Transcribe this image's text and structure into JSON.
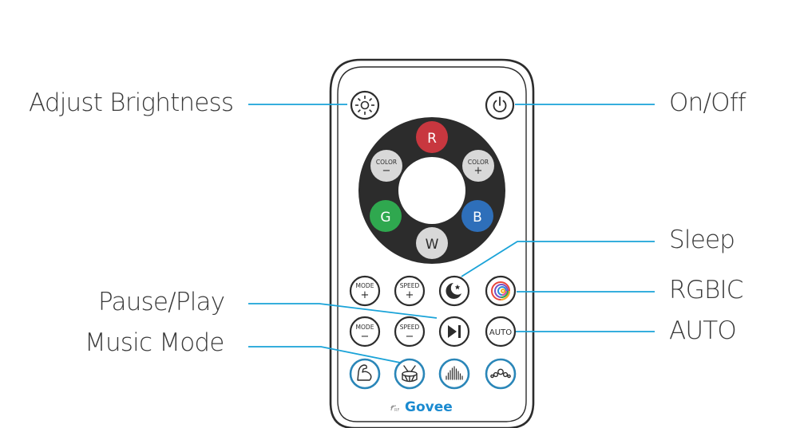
{
  "callouts": {
    "adjust_brightness": "Adjust Brightness",
    "on_off": "On/Off",
    "sleep": "Sleep",
    "rgbic": "RGBIC",
    "auto": "AUTO",
    "pause_play": "Pause/Play",
    "music_mode": "Music Mode"
  },
  "remote": {
    "color_wheel": {
      "r": "R",
      "g": "G",
      "b": "B",
      "w": "W",
      "color_minus_label": "COLOR",
      "color_minus_sign": "−",
      "color_plus_label": "COLOR",
      "color_plus_sign": "+"
    },
    "row1": {
      "mode_plus_label": "MODE",
      "mode_plus_sign": "+",
      "speed_plus_label": "SPEED",
      "speed_plus_sign": "+"
    },
    "row2": {
      "mode_minus_label": "MODE",
      "mode_minus_sign": "−",
      "speed_minus_label": "SPEED",
      "speed_minus_sign": "−",
      "auto_label": "AUTO"
    },
    "brand": {
      "rf_label": "RF",
      "logo": "Govee"
    }
  },
  "icons": {
    "brightness": "sun-icon",
    "power": "power-icon",
    "sleep": "moon-star-icon",
    "rgbic": "rainbow-rings-icon",
    "play_pause": "play-pause-icon",
    "music_1": "flexed-arm-icon",
    "music_2": "drum-icon",
    "music_3": "sound-bars-icon",
    "music_4": "dots-wave-icon",
    "rf_signal": "rf-signal-icon"
  },
  "colors": {
    "red": "#c8373f",
    "green": "#2fa84f",
    "blue": "#2e6fba",
    "white_key": "#d8d8d8",
    "ring": "#2c2c2c",
    "callout_line": "#1aa3d8",
    "music_ring": "#2a86b8",
    "govee_blue": "#1a8ad0"
  }
}
